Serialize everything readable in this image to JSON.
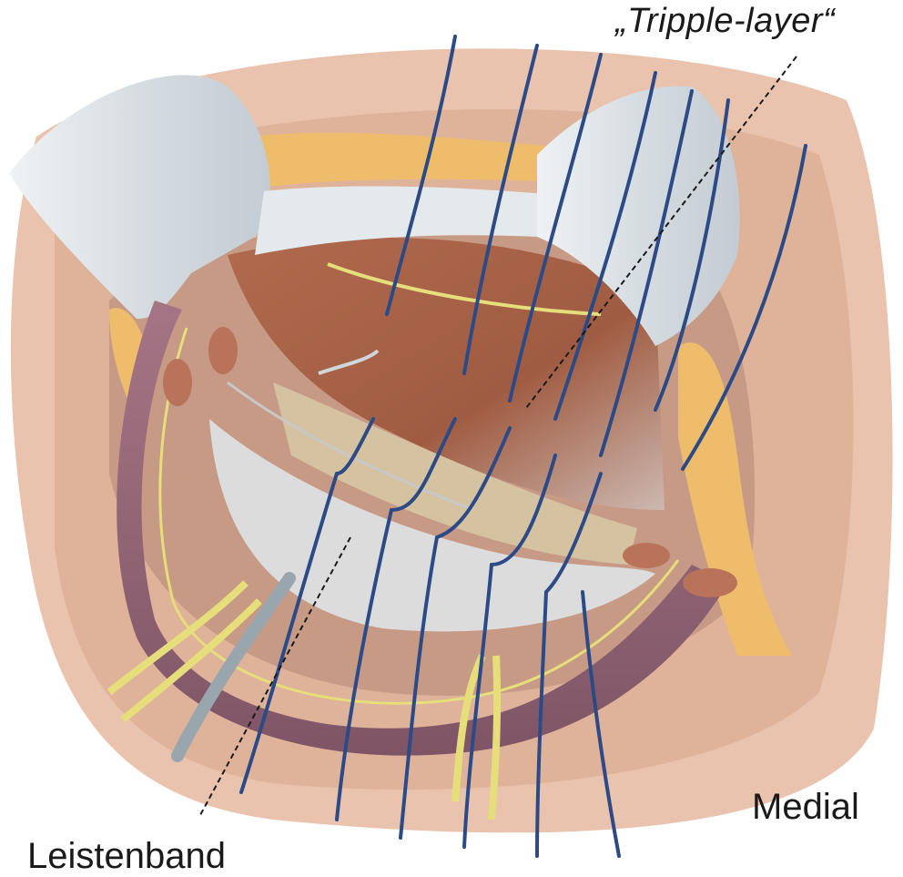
{
  "labels": {
    "tripple_layer": "„Tripple-layer“",
    "medial": "Medial",
    "leistenband": "Leistenband"
  },
  "colors": {
    "skin": "#e9c3ad",
    "skin_dark": "#d9a991",
    "retractor": "#dfe6ea",
    "fat": "#eebd6c",
    "muscle": "#a9664c",
    "fascia": "#dcdcdc",
    "transversalis": "#d4c2a0",
    "cord": "#9a6a7a",
    "suture": "#2b4a86",
    "nerve": "#e6de7a",
    "drain": "#9aa6ad"
  }
}
